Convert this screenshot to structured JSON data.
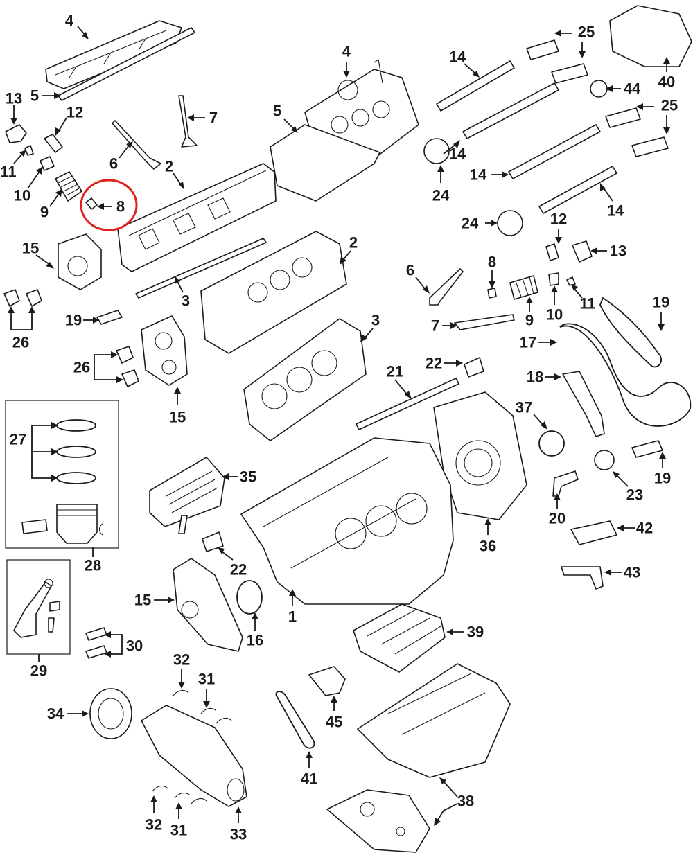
{
  "highlight_color": "#e0201b",
  "highlighted_callout": "8",
  "callouts": [
    "1",
    "2",
    "3",
    "4",
    "5",
    "6",
    "7",
    "8",
    "9",
    "10",
    "11",
    "12",
    "13",
    "14",
    "15",
    "16",
    "17",
    "18",
    "19",
    "20",
    "21",
    "22",
    "23",
    "24",
    "25",
    "26",
    "27",
    "28",
    "29",
    "30",
    "31",
    "32",
    "33",
    "34",
    "35",
    "36",
    "37",
    "38",
    "39",
    "40",
    "41",
    "42",
    "43",
    "44",
    "45"
  ]
}
